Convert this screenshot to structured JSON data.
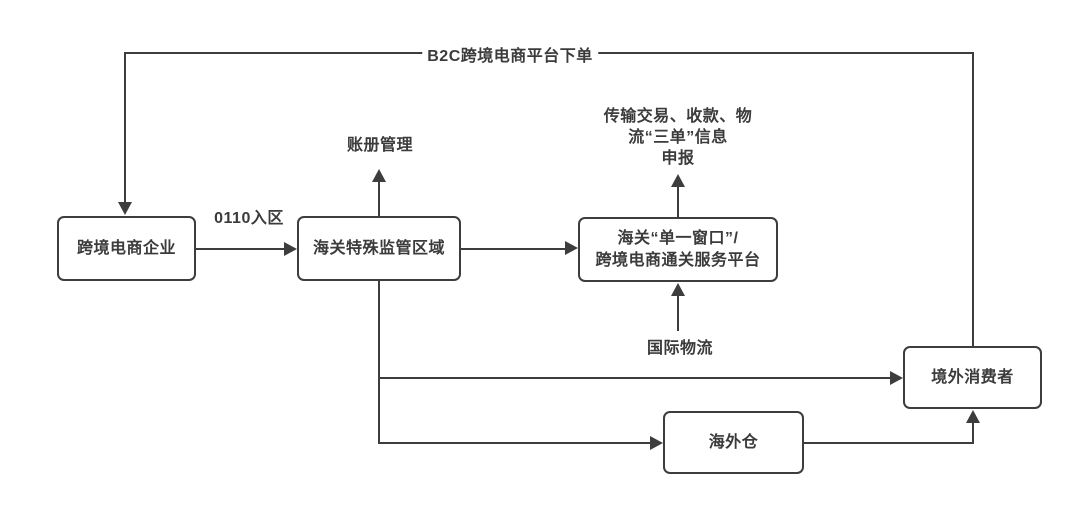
{
  "diagram": {
    "background_color": "#ffffff",
    "stroke_color": "#3d3d3d",
    "text_color": "#3b3b3b",
    "nodes": {
      "enterprise": {
        "label": "跨境电商企业"
      },
      "customs_zone": {
        "label": "海关特殊监管区域"
      },
      "platform": {
        "label_line1": "海关“单一窗口”/",
        "label_line2": "跨境电商通关服务平台"
      },
      "consumer": {
        "label": "境外消费者"
      },
      "warehouse": {
        "label": "海外仓"
      }
    },
    "edge_labels": {
      "b2c_order": "B2C跨境电商平台下单",
      "entry_0110": "0110入区",
      "ledger_management": "账册管理",
      "three_docs_line1": "传输交易、收款、物",
      "three_docs_line2": "流“三单”信息",
      "three_docs_line3": "申报",
      "intl_logistics": "国际物流"
    }
  }
}
